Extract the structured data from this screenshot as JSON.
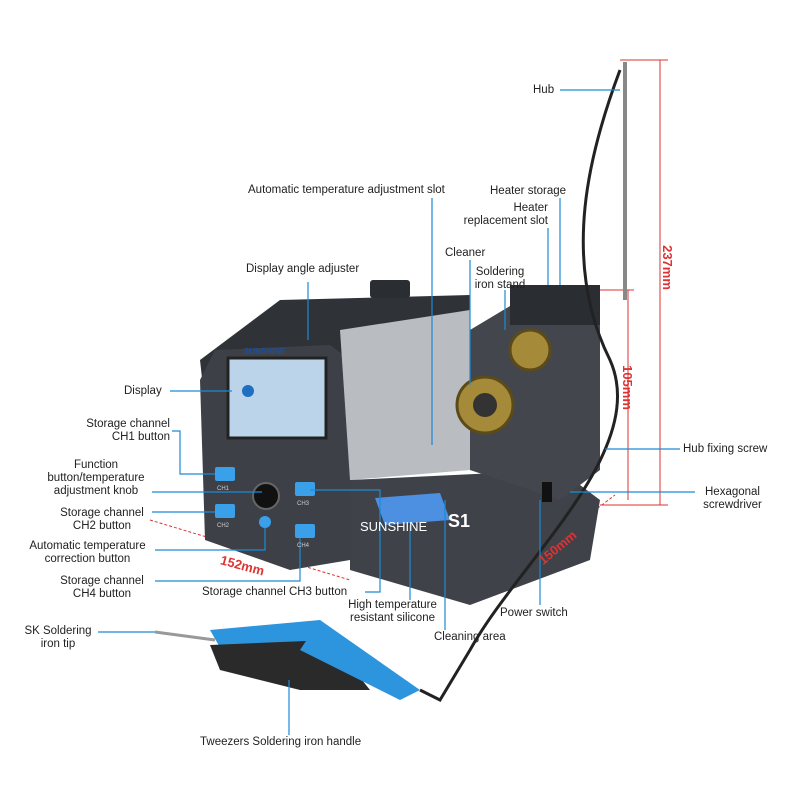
{
  "labels": {
    "hub": "Hub",
    "auto_temp_slot": "Automatic temperature adjustment slot",
    "heater_storage": "Heater storage",
    "heater_replacement_1": "Heater",
    "heater_replacement_2": "replacement slot",
    "cleaner": "Cleaner",
    "iron_stand_1": "Soldering",
    "iron_stand_2": "iron stand",
    "display_angle": "Display angle adjuster",
    "display": "Display",
    "ch1_1": "Storage channel",
    "ch1_2": "CH1 button",
    "function_1": "Function",
    "function_2": "button/temperature",
    "function_3": "adjustment knob",
    "ch2_1": "Storage channel",
    "ch2_2": "CH2 button",
    "auto_corr_1": "Automatic temperature",
    "auto_corr_2": "correction button",
    "ch4_1": "Storage channel",
    "ch4_2": "CH4 button",
    "ch3": "Storage channel CH3 button",
    "silicone_1": "High temperature",
    "silicone_2": "resistant silicone",
    "cleaning_area": "Cleaning area",
    "power_switch": "Power switch",
    "hub_screw": "Hub fixing screw",
    "hex_1": "Hexagonal",
    "hex_2": "screwdriver",
    "tip_1": "SK Soldering",
    "tip_2": "iron tip",
    "handle": "Tweezers Soldering iron handle"
  },
  "dimensions": {
    "height": "237mm",
    "stand_height": "105mm",
    "depth": "150mm",
    "width": "152mm"
  },
  "device": {
    "brand": "SUNSHINE",
    "model": "S1",
    "buttons": [
      "CH1",
      "CH2",
      "CH3",
      "CH4"
    ]
  },
  "colors": {
    "accent": "#1d8ad6",
    "dimension": "#d33333",
    "body": "#3d4147"
  }
}
